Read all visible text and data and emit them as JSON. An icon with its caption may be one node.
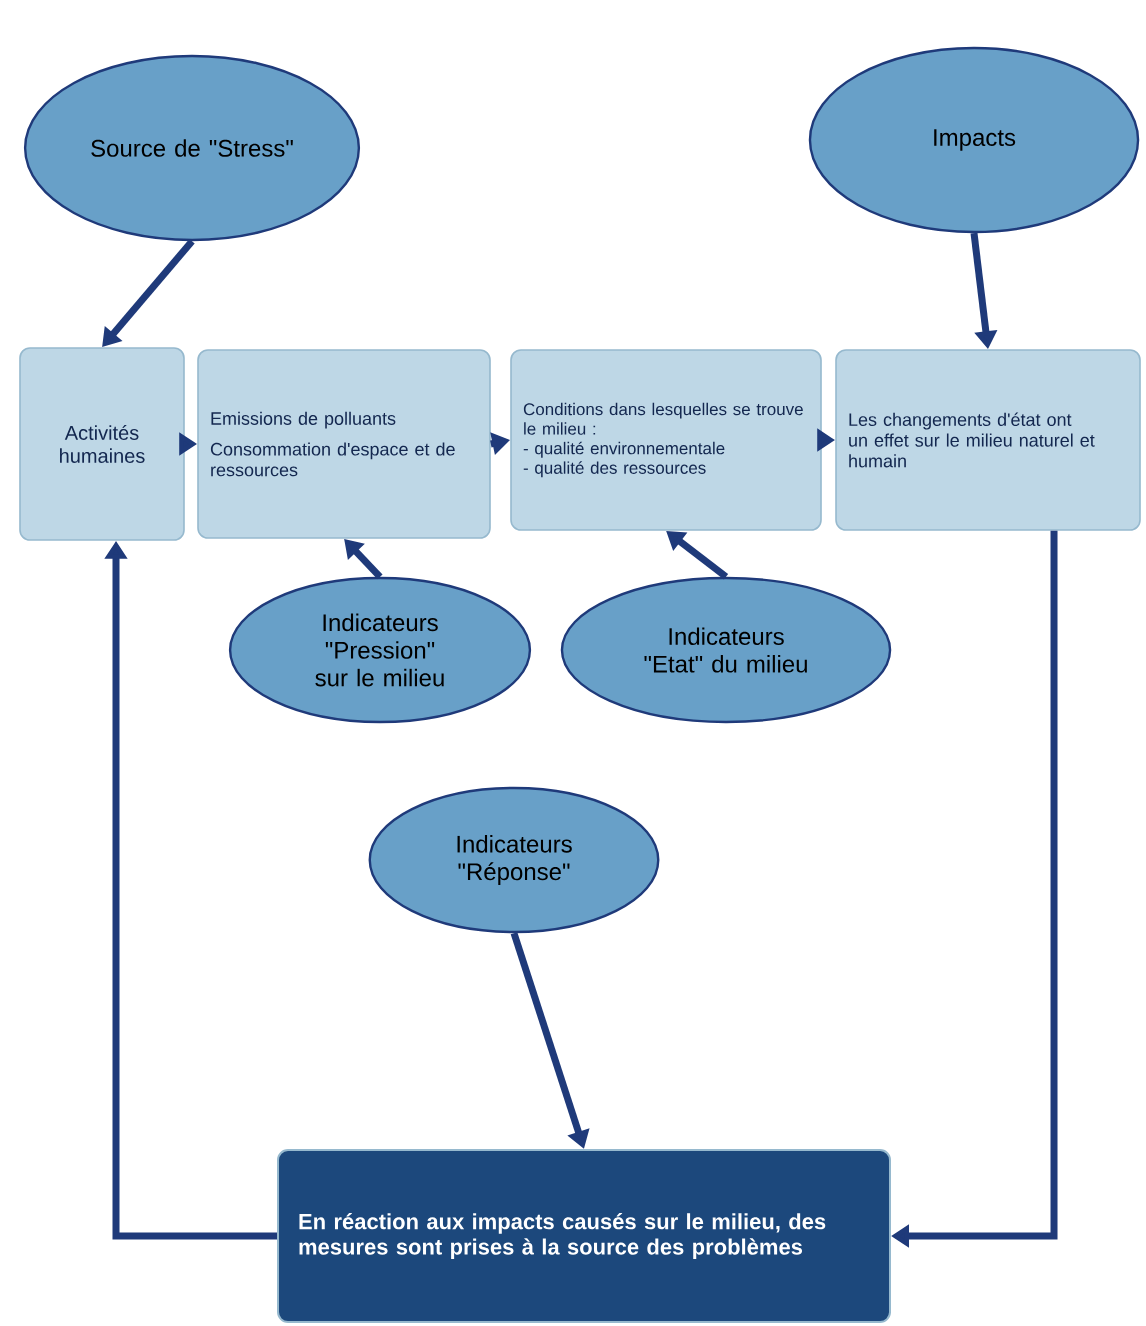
{
  "diagram": {
    "nodes": [
      {
        "text": [
          "Source de \"Stress\""
        ]
      },
      {
        "text": [
          "Impacts"
        ]
      },
      {
        "text": [
          "Activités humaines"
        ]
      },
      {
        "text": [
          "Emissions de polluants",
          "Consommation d'espace et de ressources"
        ]
      },
      {
        "text": [
          "Conditions dans lesquelles se trouve le milieu :",
          "- qualité environnementale",
          "- qualité des ressources"
        ]
      },
      {
        "text": [
          "Les changements d'état ont un effet sur le milieu naturel et humain"
        ]
      },
      {
        "text": [
          "Indicateurs \"Pression\" sur le milieu"
        ]
      },
      {
        "text": [
          "Indicateurs \"Etat\" du milieu"
        ]
      },
      {
        "text": [
          "Indicateurs \"Réponse\""
        ]
      },
      {
        "text": [
          "En réaction aux impacts causés sur le milieu, des mesures sont prises à la source des problèmes"
        ]
      }
    ],
    "edges": [
      {
        "from": 0,
        "to": 2,
        "arrow": "to"
      },
      {
        "from": 1,
        "to": 5,
        "arrow": "to"
      },
      {
        "from": 2,
        "to": 3,
        "arrow": "to"
      },
      {
        "from": 3,
        "to": 4,
        "arrow": "to"
      },
      {
        "from": 4,
        "to": 5,
        "arrow": "to"
      },
      {
        "from": 6,
        "to": 3,
        "arrow": "to"
      },
      {
        "from": 7,
        "to": 4,
        "arrow": "to"
      },
      {
        "from": 8,
        "to": 9,
        "arrow": "to"
      },
      {
        "from": 5,
        "to": 9,
        "arrow": "to"
      },
      {
        "from": 9,
        "to": 2,
        "arrow": "to"
      }
    ]
  }
}
